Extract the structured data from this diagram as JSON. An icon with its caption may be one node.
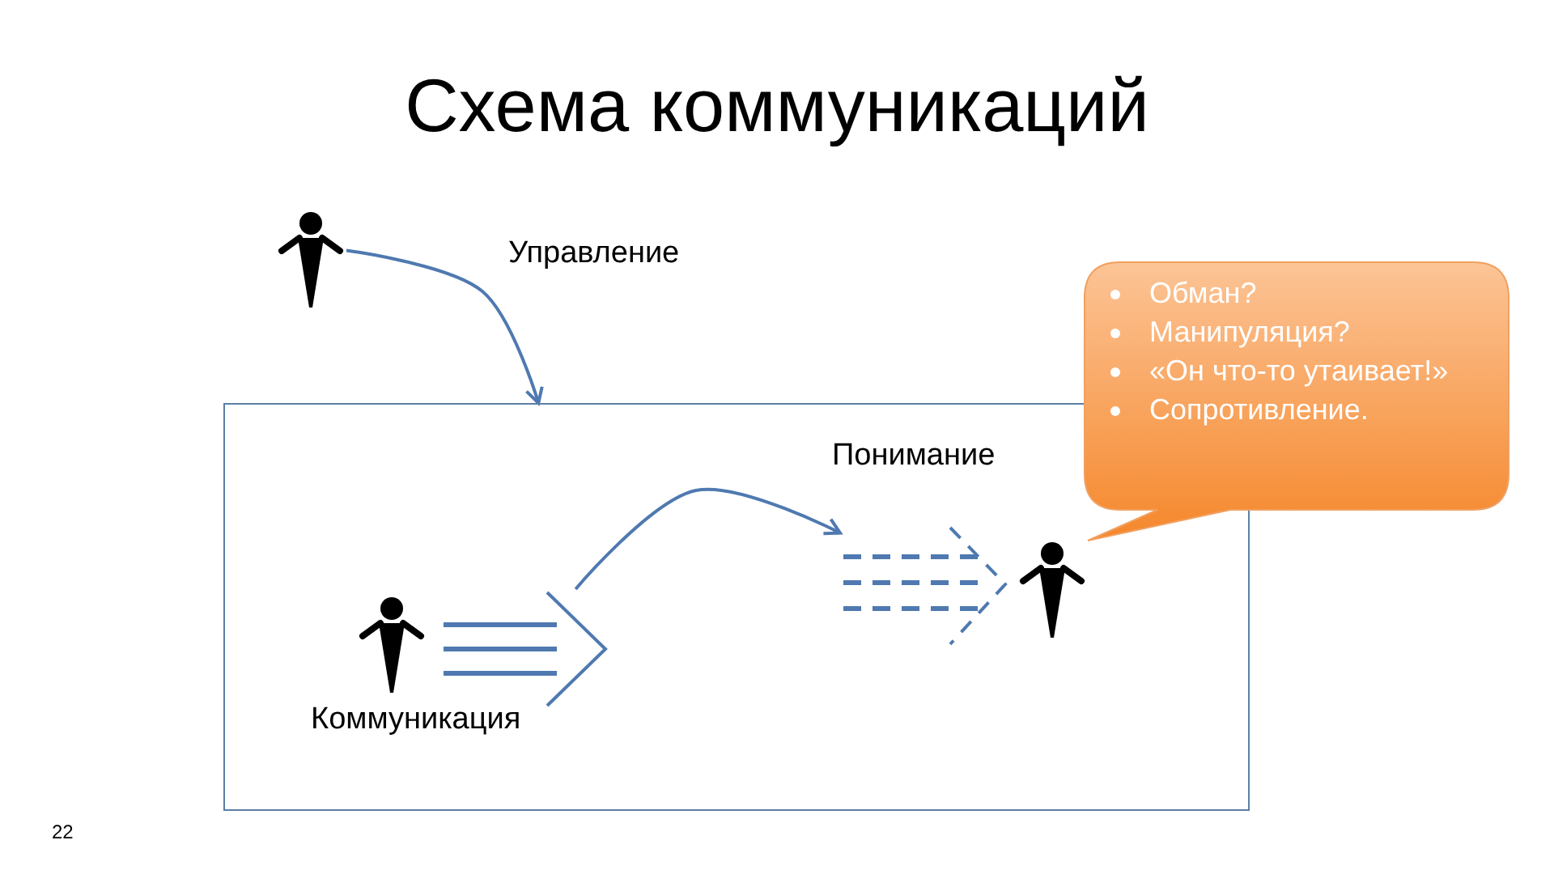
{
  "diagram": {
    "title": "Схема коммуникаций",
    "nodes": [
      {
        "text": [],
        "shape": "person"
      },
      {
        "text": [],
        "shape": "box"
      },
      {
        "text": [],
        "shape": "person",
        "in": 1,
        "beside": [
          "Коммуникация"
        ]
      },
      {
        "text": [],
        "shape": "person",
        "in": 1
      },
      {
        "text": [
          "Обман?",
          "Манипуляция?",
          "«Он что-то утаивает!»",
          "Сопротивление."
        ]
      },
      {
        "text": [],
        "shape": "arrow",
        "in": 1
      },
      {
        "text": [],
        "shape": "arrow",
        "in": 1
      }
    ],
    "edges": [
      {
        "from": 0,
        "to": 1,
        "arrow": "to",
        "label": "Управление"
      },
      {
        "from": 5,
        "to": 6,
        "arrow": "to",
        "label": "Понимание"
      }
    ],
    "labels": [
      "22"
    ]
  }
}
